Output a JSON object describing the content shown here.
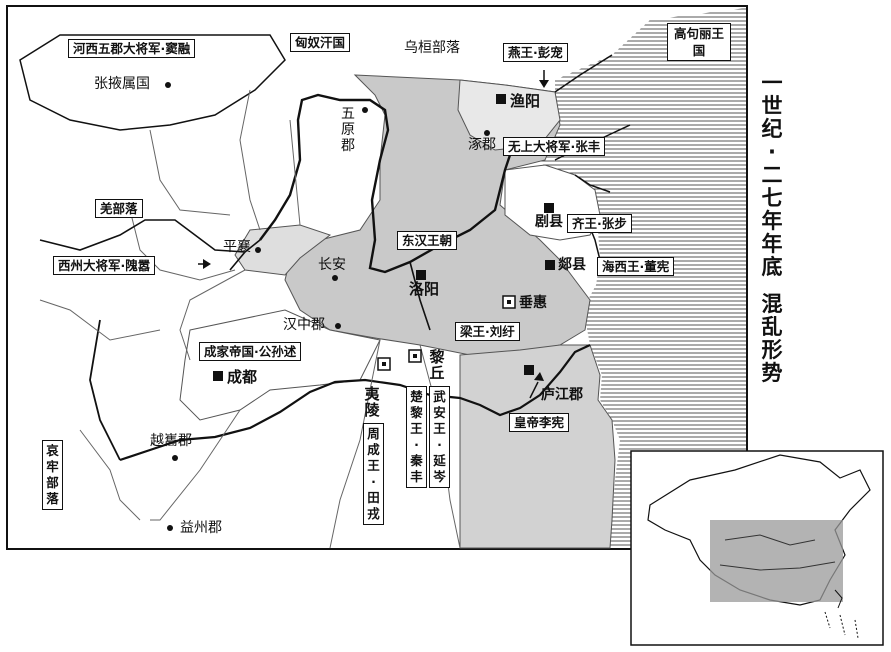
{
  "title": {
    "line1": "一世纪·二七年年底",
    "line2": "混乱形势"
  },
  "regions": {
    "xiongnu": "匈奴汗国",
    "wuhuan": "乌桓部落",
    "goguryeo": "高句丽王国",
    "qiang": "羌部落",
    "ailao": "哀牢部落"
  },
  "regimes": {
    "dou_rong": "河西五郡大将军·窦融",
    "peng_chong": "燕王·彭宠",
    "zhang_feng": "无上大将军·张丰",
    "zhang_bu": "齐王·张步",
    "dong_xian": "海西王·董宪",
    "han": "东汉王朝",
    "wei_ao": "西州大将军·隗嚣",
    "liu_yu": "梁王·刘纡",
    "gongsun_shu": "成家帝国·公孙述",
    "li_xian": "皇帝李宪",
    "tian_rong": "周成王·田戎",
    "qin_feng": "楚黎王·秦丰",
    "yan_cen": "武安王·延岑"
  },
  "places": {
    "zhangye": "张掖属国",
    "wuyuan": "五原郡",
    "yuyang": "渔阳",
    "zhuojun": "涿郡",
    "ju": "剧县",
    "tan": "郯县",
    "pingxiang": "平襄",
    "changan": "长安",
    "luoyang": "洛阳",
    "chuihui": "垂惠",
    "hanzhong": "汉中郡",
    "chengdu": "成都",
    "liqiu": "黎丘",
    "yiling": "夷陵",
    "lujiang": "庐江郡",
    "yuesui": "越巂郡",
    "yizhou": "益州郡"
  }
}
